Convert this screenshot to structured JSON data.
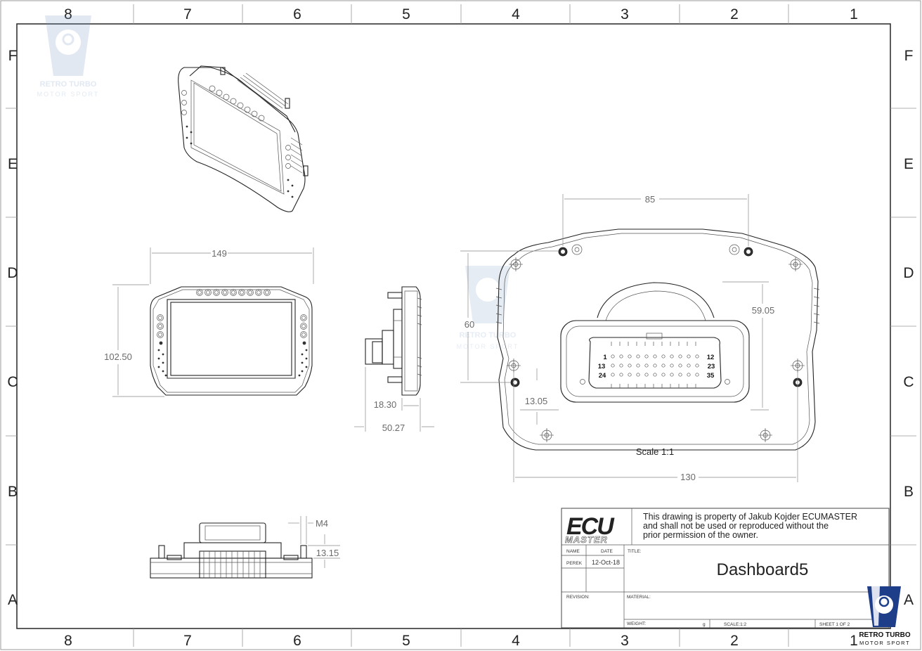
{
  "border": {
    "columns": [
      "8",
      "7",
      "6",
      "5",
      "4",
      "3",
      "2",
      "1"
    ],
    "rows": [
      "F",
      "E",
      "D",
      "C",
      "B",
      "A"
    ]
  },
  "dimensions": {
    "front_width": "149",
    "front_height": "102.50",
    "side_depth_1": "18.30",
    "side_depth_2": "50.27",
    "rear_hole_spacing": "85",
    "rear_height": "60",
    "rear_connector_height": "59.05",
    "rear_bottom_offset": "13.05",
    "rear_width": "130",
    "bottom_thread": "M4",
    "bottom_height": "13.15"
  },
  "connector": {
    "pin_1": "1",
    "pin_12": "12",
    "pin_13": "13",
    "pin_23": "23",
    "pin_24": "24",
    "pin_35": "35"
  },
  "view_scale": "Scale 1:1",
  "title_block": {
    "logo_top": "ECU",
    "logo_bottom": "MASTER",
    "notice_line_1": "This drawing is property of Jakub Kojder ECUMASTER",
    "notice_line_2": "and shall not be used or reproduced without the",
    "notice_line_3": "prior permission of the owner.",
    "name_label": "NAME",
    "date_label": "DATE",
    "name_value": "PEREK",
    "date_value": "12-Oct-18",
    "title_label": "TITLE:",
    "title_value": "Dashboard5",
    "revision_label": "REVISION:",
    "material_label": "MATERIAL:",
    "weight_label": "WEIGHT:",
    "weight_unit": "g",
    "scale_label": "SCALE:1:2",
    "sheet_label": "SHEET 1 OF 2"
  },
  "watermark": {
    "line_1": "RETRO TURBO",
    "line_2": "MOTOR SPORT"
  }
}
